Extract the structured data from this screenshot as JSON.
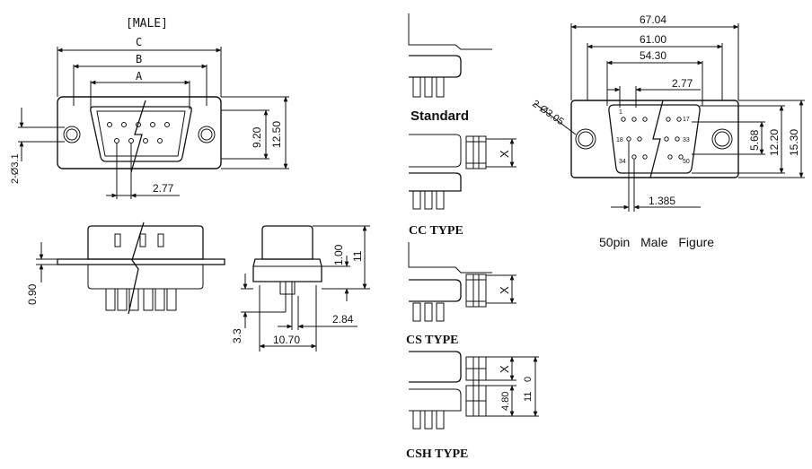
{
  "front_view": {
    "gender_label": "[MALE]",
    "dim_c": "C",
    "dim_b": "B",
    "dim_a": "A",
    "dim_920": "9.20",
    "dim_1250": "12.50",
    "dim_277": "2.77",
    "dim_hole": "2-Ø3.1"
  },
  "side_view": {
    "dim_090": "0.90",
    "dim_100": "1.00",
    "dim_11": "11",
    "dim_33": "3.3",
    "dim_1070": "10.70",
    "dim_284": "2.84"
  },
  "types": {
    "standard": "Standard",
    "cc": "CC TYPE",
    "cs": "CS TYPE",
    "csh": "CSH TYPE",
    "x": "X",
    "dim_0": "0",
    "dim_11": "11",
    "dim_48": "4.80"
  },
  "pin50": {
    "caption": "50pin Male Figure",
    "dim_6704": "67.04",
    "dim_6100": "61.00",
    "dim_5430": "54.30",
    "dim_277": "2.77",
    "dim_hole": "2-Ø3.05",
    "dim_568": "5.68",
    "dim_1220": "12.20",
    "dim_1530": "15.30",
    "dim_1385": "1.385",
    "pin_1": "1",
    "pin_17": "17",
    "pin_18": "18",
    "pin_33": "33",
    "pin_34": "34",
    "pin_50": "50"
  }
}
